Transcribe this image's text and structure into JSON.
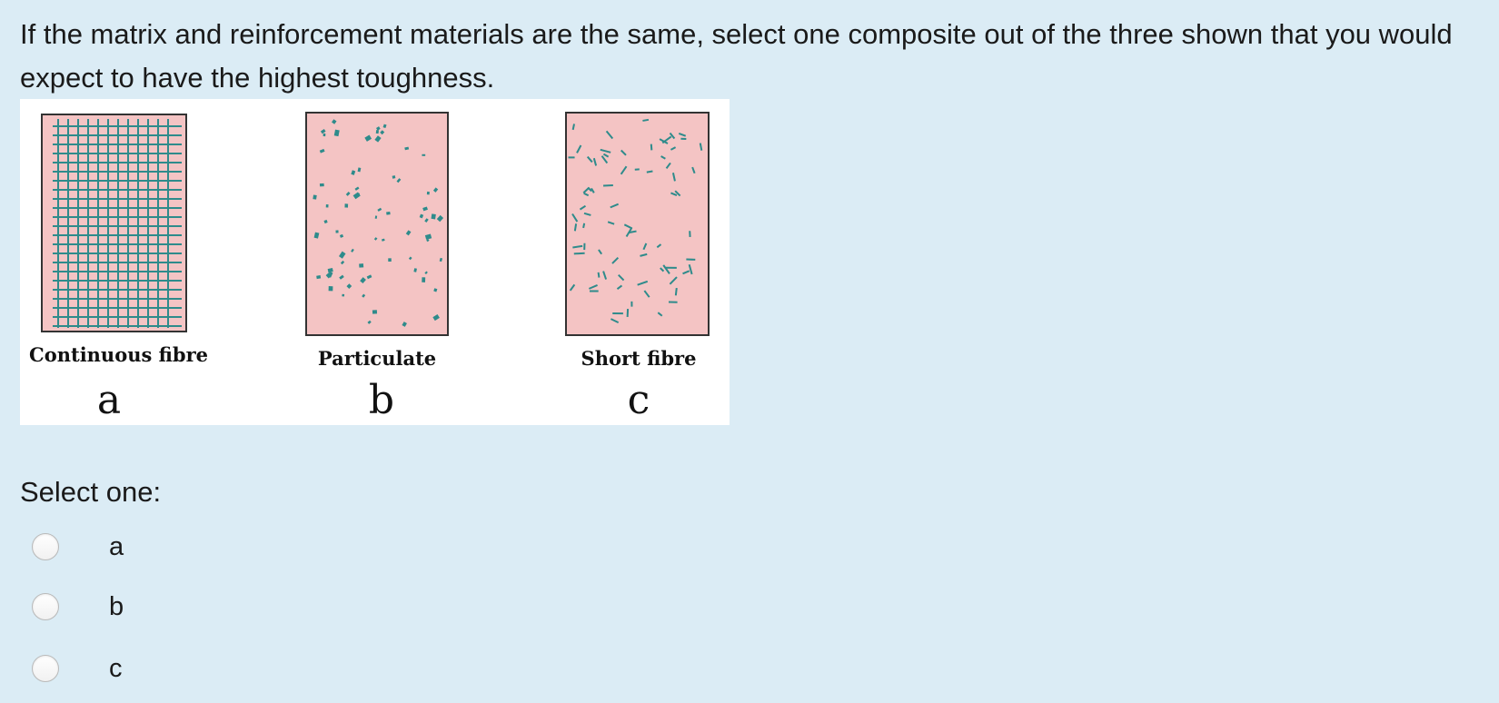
{
  "question": {
    "text": "If the matrix and reinforcement materials are the same, select one composite out of the three shown that you would expect to have the highest toughness."
  },
  "figure": {
    "panels": [
      {
        "caption": "Continuous fibre",
        "letter": "a",
        "kind": "continuous-fibre"
      },
      {
        "caption": "Particulate",
        "letter": "b",
        "kind": "particulate"
      },
      {
        "caption": "Short fibre",
        "letter": "c",
        "kind": "short-fibre"
      }
    ],
    "colors": {
      "matrix": "#f4c4c4",
      "reinforcement": "#2e8b8b",
      "border": "#333333"
    }
  },
  "select": {
    "label": "Select one:",
    "options": [
      {
        "label": "a"
      },
      {
        "label": "b"
      },
      {
        "label": "c"
      }
    ]
  }
}
